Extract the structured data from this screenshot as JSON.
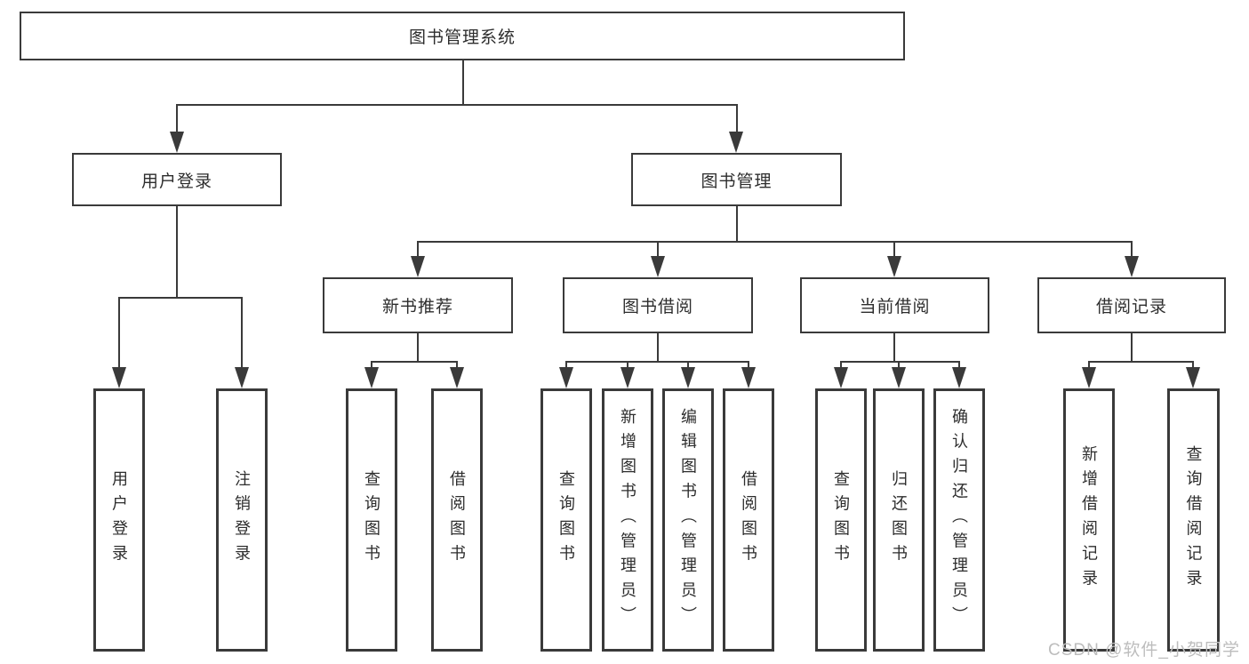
{
  "diagram": {
    "title": "图书管理系统",
    "root": {
      "label": "图书管理系统"
    },
    "level1": [
      {
        "label": "用户登录"
      },
      {
        "label": "图书管理"
      }
    ],
    "level2": [
      {
        "label": "新书推荐"
      },
      {
        "label": "图书借阅"
      },
      {
        "label": "当前借阅"
      },
      {
        "label": "借阅记录"
      }
    ],
    "leaves": {
      "user_login": [
        "用户登录",
        "注销登录"
      ],
      "new_book_recommend": [
        "查询图书",
        "借阅图书"
      ],
      "book_borrow": [
        "查询图书",
        "新增图书（管理员）",
        "编辑图书（管理员）",
        "借阅图书"
      ],
      "current_borrow": [
        "查询图书",
        "归还图书",
        "确认归还（管理员）"
      ],
      "borrow_record": [
        "新增借阅记录",
        "查询借阅记录"
      ]
    }
  },
  "watermark": {
    "text": "CSDN @软件_小贺同学"
  },
  "colors": {
    "line": "#3a3a3a",
    "border": "#3a3a3a",
    "text": "#2d2d2d",
    "background": "#ffffff",
    "watermark": "#bdbdbd"
  }
}
